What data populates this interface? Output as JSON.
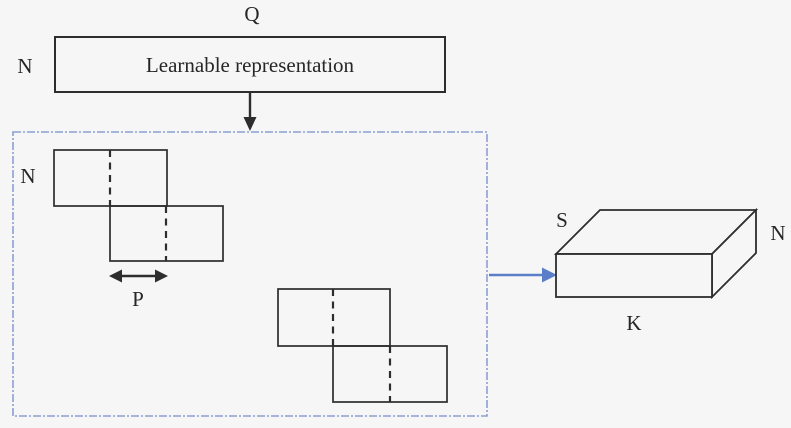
{
  "diagram": {
    "top_box": {
      "label": "Learnable representation",
      "dim_top": "Q",
      "dim_left": "N"
    },
    "window_region": {
      "dim_left": "N",
      "shift_label": "P"
    },
    "output_tensor": {
      "dim_top_left": "S",
      "dim_right": "N",
      "dim_bottom": "K"
    },
    "colors": {
      "stroke": "#2d2d2d",
      "accent_blue": "#5b7ec8",
      "dashed_border_blue": "#8b9fd4",
      "background": "#f6f6f7"
    }
  }
}
